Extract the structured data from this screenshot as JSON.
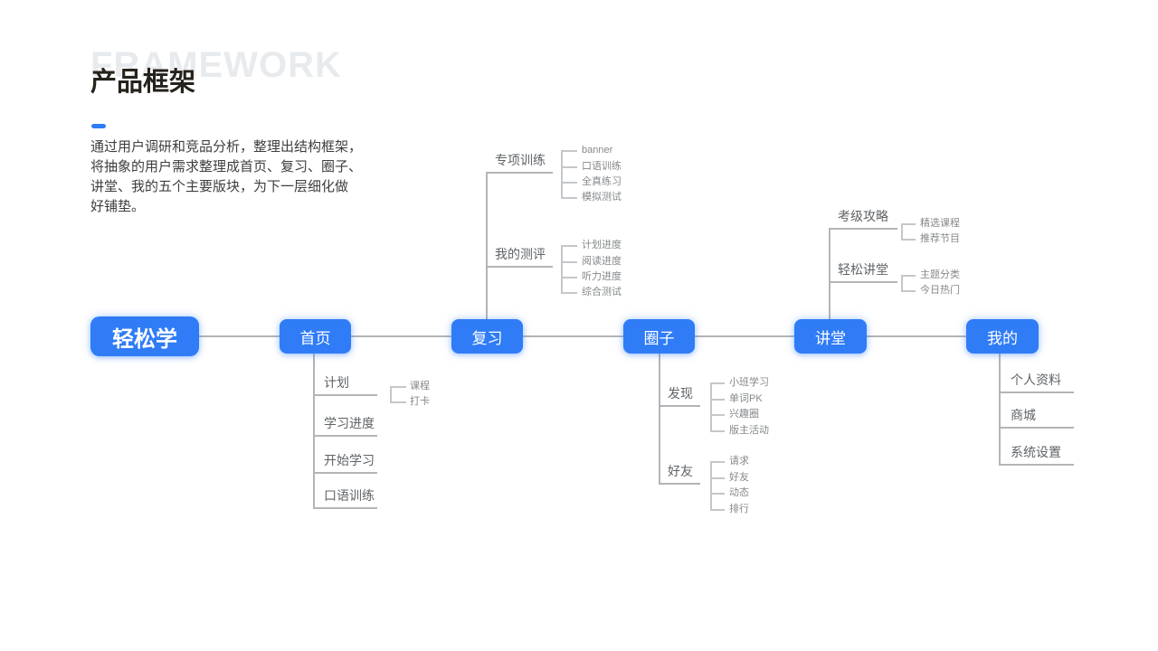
{
  "header": {
    "background_title": "FRAMEWORK",
    "title": "产品框架",
    "description_lines": [
      "通过用户调研和竞品分析，整理出结构框架，",
      "将抽象的用户需求整理成首页、复习、圈子、",
      "讲堂、我的五个主要版块，为下一层细化做",
      "好铺垫。"
    ]
  },
  "colors": {
    "accent": "#2F7CF6",
    "connector_line": "#B2B5B8",
    "sub_line": "#C4C7CA",
    "branch_label_text": "#5F6367",
    "subitem_text": "#85888B",
    "title_text": "#26221C",
    "background_title_text": "#E8EBEE",
    "node_text": "#FFFFFF"
  },
  "tree": {
    "root": {
      "label": "轻松学"
    },
    "nodes": {
      "home": {
        "label": "首页"
      },
      "review": {
        "label": "复习"
      },
      "circle": {
        "label": "圈子"
      },
      "lecture": {
        "label": "讲堂"
      },
      "mine": {
        "label": "我的"
      }
    },
    "branches": {
      "review": {
        "special_training": {
          "label": "专项训练",
          "items": [
            "banner",
            "口语训练",
            "全真练习",
            "模拟测试"
          ]
        },
        "my_assessment": {
          "label": "我的测评",
          "items": [
            "计划进度",
            "阅读进度",
            "听力进度",
            "综合测试"
          ]
        }
      },
      "home": {
        "plan": {
          "label": "计划",
          "items": [
            "课程",
            "打卡"
          ]
        },
        "study_progress": {
          "label": "学习进度"
        },
        "start_study": {
          "label": "开始学习"
        },
        "oral_training": {
          "label": "口语训练"
        }
      },
      "circle": {
        "discover": {
          "label": "发现",
          "items": [
            "小班学习",
            "单词PK",
            "兴趣圈",
            "版主活动"
          ]
        },
        "friends": {
          "label": "好友",
          "items": [
            "请求",
            "好友",
            "动态",
            "排行"
          ]
        }
      },
      "lecture": {
        "exam_guide": {
          "label": "考级攻略",
          "items": [
            "精选课程",
            "推荐节目"
          ]
        },
        "easy_lecture": {
          "label": "轻松讲堂",
          "items": [
            "主题分类",
            "今日热门"
          ]
        }
      },
      "mine": {
        "profile": {
          "label": "个人资料"
        },
        "mall": {
          "label": "商城"
        },
        "settings": {
          "label": "系统设置"
        }
      }
    }
  }
}
